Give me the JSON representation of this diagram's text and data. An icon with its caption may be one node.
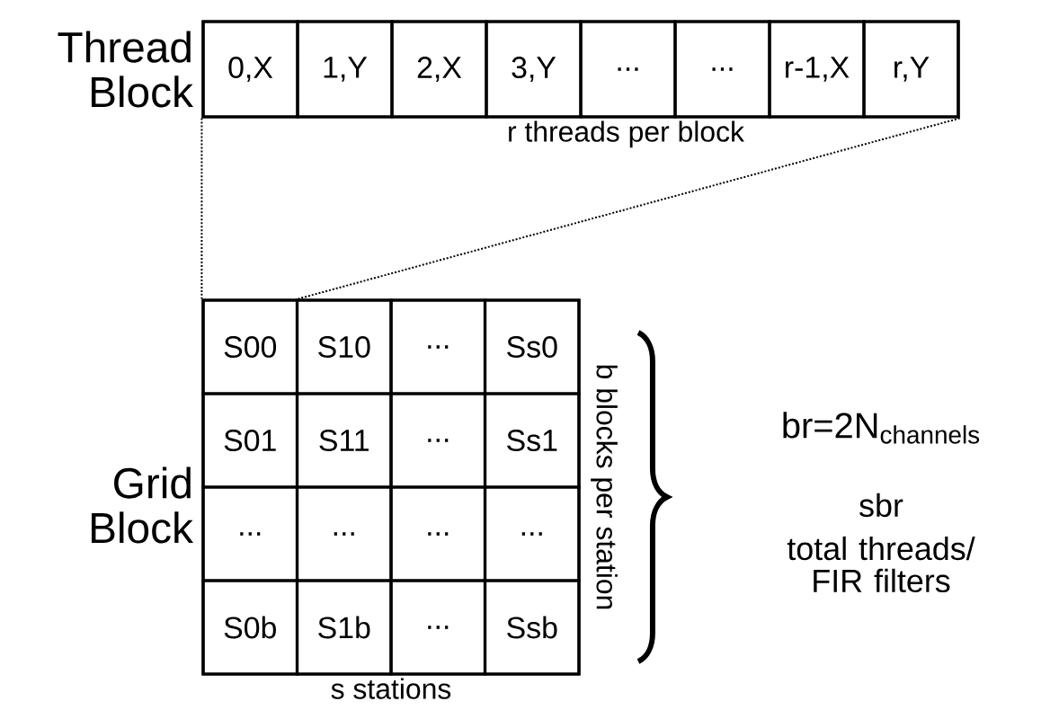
{
  "diagram": {
    "nodes": [
      {
        "text": [
          "Thread Block"
        ],
        "beside": [
          "r threads per block"
        ]
      },
      {
        "text": [
          "0,X"
        ],
        "in": 0
      },
      {
        "text": [
          "1,Y"
        ],
        "in": 0
      },
      {
        "text": [
          "2,X"
        ],
        "in": 0
      },
      {
        "text": [
          "3,Y"
        ],
        "in": 0
      },
      {
        "text": [
          "..."
        ],
        "in": 0
      },
      {
        "text": [
          "..."
        ],
        "in": 0
      },
      {
        "text": [
          "r-1,X"
        ],
        "in": 0
      },
      {
        "text": [
          "r,Y"
        ],
        "in": 0
      },
      {
        "text": [
          "Grid Block"
        ],
        "beside": [
          "b blocks per station",
          "s stations"
        ]
      },
      {
        "text": [
          "S00"
        ],
        "in": 9
      },
      {
        "text": [
          "S10"
        ],
        "in": 9
      },
      {
        "text": [
          "..."
        ],
        "in": 9
      },
      {
        "text": [
          "Ss0"
        ],
        "in": 9
      },
      {
        "text": [
          "S01"
        ],
        "in": 9
      },
      {
        "text": [
          "S11"
        ],
        "in": 9
      },
      {
        "text": [
          "..."
        ],
        "in": 9
      },
      {
        "text": [
          "Ss1"
        ],
        "in": 9
      },
      {
        "text": [
          "..."
        ],
        "in": 9
      },
      {
        "text": [
          "..."
        ],
        "in": 9
      },
      {
        "text": [
          "..."
        ],
        "in": 9
      },
      {
        "text": [
          "..."
        ],
        "in": 9
      },
      {
        "text": [
          "S0b"
        ],
        "in": 9
      },
      {
        "text": [
          "S1b"
        ],
        "in": 9
      },
      {
        "text": [
          "..."
        ],
        "in": 9
      },
      {
        "text": [
          "Ssb"
        ],
        "in": 9
      }
    ],
    "edges": [
      {
        "from": 0,
        "to": 10,
        "arrow": "none",
        "style": "dashed"
      },
      {
        "from": 0,
        "to": 10,
        "arrow": "none",
        "style": "dashed"
      }
    ],
    "labels": [
      "br=2N$_{channels}$",
      "sbr",
      "total threads/ FIR filters"
    ]
  }
}
